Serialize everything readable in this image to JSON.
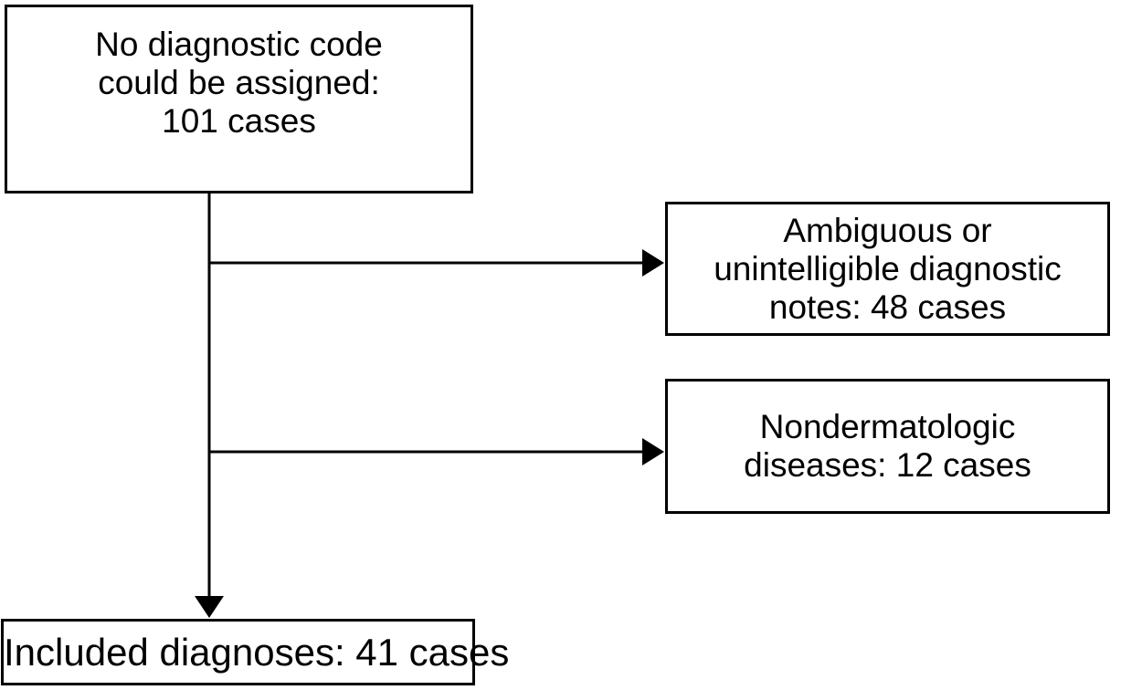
{
  "flowchart": {
    "nodes": {
      "source": {
        "line1": "No diagnostic code",
        "line2": "could be assigned:",
        "line3": "101 cases"
      },
      "excluded_ambiguous": {
        "line1": "Ambiguous or",
        "line2": "unintelligible diagnostic",
        "line3": "notes: 48 cases"
      },
      "excluded_nondermatologic": {
        "line1": "Nondermatologic",
        "line2": "diseases: 12 cases"
      },
      "included": {
        "line1": "Included diagnoses: 41 cases"
      }
    },
    "counts": {
      "no_code_assigned_cases": 101,
      "ambiguous_notes_cases": 48,
      "nondermatologic_cases": 12,
      "included_cases": 41
    },
    "colors": {
      "line": "#000000",
      "text": "#000000",
      "background": "#ffffff"
    }
  }
}
